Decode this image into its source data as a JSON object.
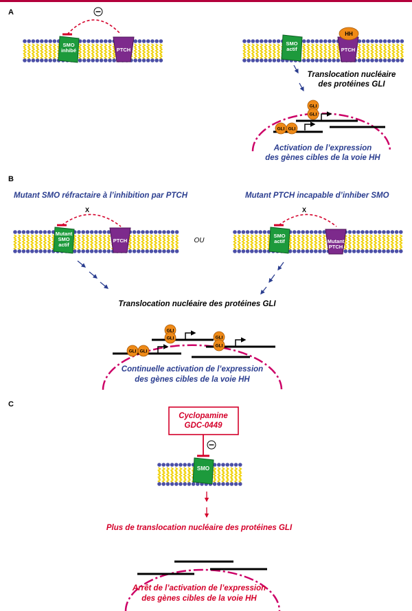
{
  "panels": {
    "A": {
      "letter": "A",
      "inhibit_symbol": "⊖",
      "smo_inhibited": "SMO\ninhibé",
      "ptch": "PTCH",
      "smo_active": "SMO\nactif",
      "hh": "HH",
      "translocation": "Translocation nucléaire\ndes protéines GLI",
      "gli": "GLI",
      "activation": "Activation de l’expression\ndes gènes cibles de la voie HH"
    },
    "B": {
      "letter": "B",
      "title_left": "Mutant SMO réfractaire à l’inhibition par PTCH",
      "title_right": "Mutant PTCH incapable d’inhiber SMO",
      "x_mark": "X",
      "smo_mutant": "Mutant\nSMO\nactif",
      "ptch": "PTCH",
      "or": "OU",
      "smo_active": "SMO\nactif",
      "ptch_mutant": "Mutant\nPTCH",
      "translocation": "Translocation nucléaire des protéines GLI",
      "gli": "GLI",
      "activation": "Continuelle activation de l’expression\ndes gènes cibles de la voie HH"
    },
    "C": {
      "letter": "C",
      "drug": "Cyclopamine\nGDC-0449",
      "inhibit_symbol": "⊖",
      "smo": "SMO",
      "translocation": "Plus de translocation nucléaire des protéines GLI",
      "arrest": "Arrêt de l’activation de l’expression\ndes gènes cibles de la voie HH"
    }
  },
  "colors": {
    "blue_text": "#2a3d8f",
    "red_text": "#d4002a",
    "magenta": "#cc0066",
    "smo_green": "#1d9a3c",
    "ptch_purple": "#7d2a8c",
    "gli_orange": "#ef8a17",
    "membrane_head": "#4b4fa7",
    "membrane_tail": "#f0d000"
  }
}
